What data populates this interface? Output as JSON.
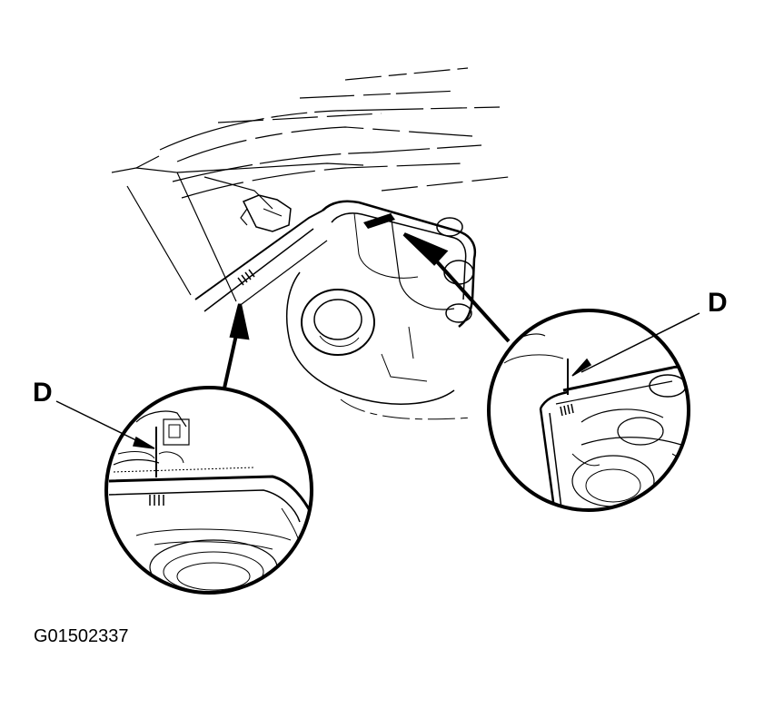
{
  "figure": {
    "id": "G01502337",
    "callouts": [
      "D",
      "D"
    ]
  },
  "colors": {
    "ink": "#000000",
    "paper": "#ffffff"
  }
}
